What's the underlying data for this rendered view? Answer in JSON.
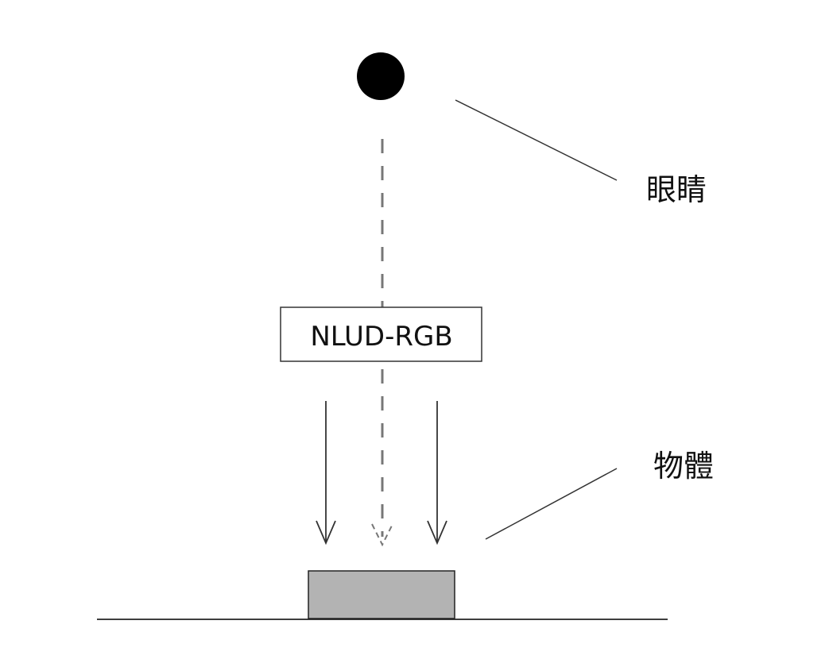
{
  "labels": {
    "eye": "眼睛",
    "object": "物體",
    "device": "NLUD-RGB"
  },
  "colors": {
    "line": "#333333",
    "dashed": "#777777",
    "eye": "#000000",
    "object_fill": "#b3b3b3",
    "device_border": "#333333"
  }
}
